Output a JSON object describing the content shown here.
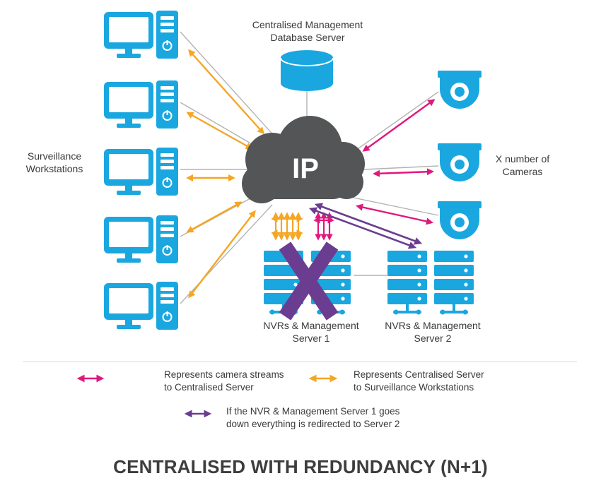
{
  "labels": {
    "db_server": "Centralised Management\nDatabase Server",
    "workstations": "Surveillance\nWorkstations",
    "cameras": "X number of\nCameras",
    "cloud": "IP",
    "server1": "NVRs & Management\nServer 1",
    "server2": "NVRs & Management\nServer 2"
  },
  "legend": {
    "camera_streams": "Represents camera streams\nto Centralised Server",
    "centralised": "Represents Centralised Server\nto Surveillance Workstations",
    "redundancy": "If the NVR & Management Server 1 goes\ndown everything is redirected to Server 2"
  },
  "title": "CENTRALISED WITH REDUNDANCY (N+1)",
  "colors": {
    "blue": "#1aa7e0",
    "cloud": "#545556",
    "pink": "#e0177c",
    "orange": "#f5a623",
    "purple": "#6b3d91",
    "line": "#b3b3b3"
  }
}
